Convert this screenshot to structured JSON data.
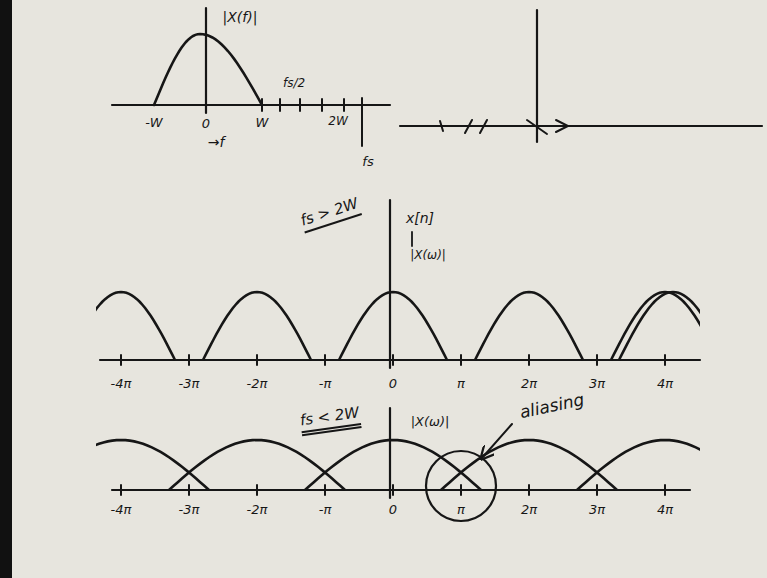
{
  "diagram": {
    "labels": [
      "|X(f)|",
      "fs/2",
      "-W",
      "0",
      "W",
      "2W",
      "→f",
      "fs",
      "fs > 2W",
      "x[n]",
      "|X(ω)|",
      "-4π",
      "-3π",
      "-2π",
      "-π",
      "0",
      "π",
      "2π",
      "3π",
      "4π",
      "fs < 2W",
      "|X(ω)|",
      "aliasing",
      "-4π",
      "-3π",
      "-2π",
      "-π",
      "0",
      "π",
      "2π",
      "3π",
      "4π"
    ]
  }
}
